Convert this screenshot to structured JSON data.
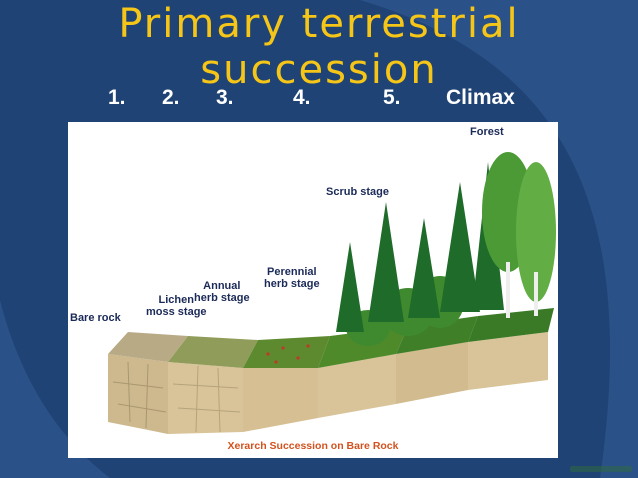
{
  "slide": {
    "title_line1": "Primary terrestrial",
    "title_line2": "succession",
    "steps": [
      "1.",
      "2.",
      "3.",
      "4.",
      "5.",
      "Climax"
    ]
  },
  "diagram": {
    "stages": {
      "bare_rock": "Bare rock",
      "lichen_moss_1": "Lichen",
      "lichen_moss_2": "moss stage",
      "annual_herb_1": "Annual",
      "annual_herb_2": "herb stage",
      "perennial_herb_1": "Perennial",
      "perennial_herb_2": "herb stage",
      "scrub": "Scrub stage",
      "forest": "Forest"
    },
    "caption": "Xerarch Succession on Bare Rock"
  },
  "colors": {
    "title": "#f5c518",
    "background": "#1f4374",
    "soil": "#d9c49a",
    "grass": "#3f8a2e",
    "caption": "#d2521f"
  }
}
